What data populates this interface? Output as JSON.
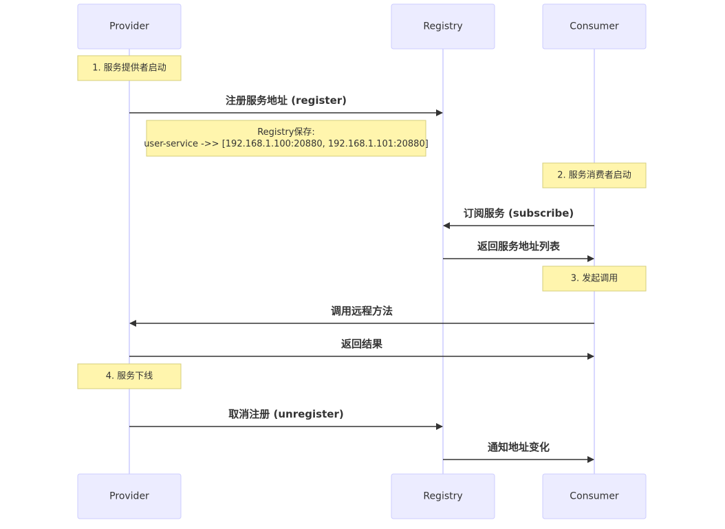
{
  "colors": {
    "actor_fill": "#ECECFF",
    "actor_stroke": "#CCCCFF",
    "lifeline": "#CCCCFF",
    "note_fill": "#FFF5AD",
    "note_stroke": "#D6CE7B",
    "arrow": "#333333",
    "text": "#333333"
  },
  "participants": [
    {
      "id": "provider",
      "label": "Provider"
    },
    {
      "id": "registry",
      "label": "Registry"
    },
    {
      "id": "consumer",
      "label": "Consumer"
    }
  ],
  "events": [
    {
      "kind": "note",
      "over": "provider",
      "lines": [
        "1. 服务提供者启动"
      ]
    },
    {
      "kind": "message",
      "from": "provider",
      "to": "registry",
      "label": "注册服务地址 (register)"
    },
    {
      "kind": "note",
      "over": "provider-registry",
      "lines": [
        "Registry保存:",
        "user-service ->> [192.168.1.100:20880, 192.168.1.101:20880]"
      ]
    },
    {
      "kind": "note",
      "over": "consumer",
      "lines": [
        "2. 服务消费者启动"
      ]
    },
    {
      "kind": "message",
      "from": "consumer",
      "to": "registry",
      "label": "订阅服务 (subscribe)"
    },
    {
      "kind": "message",
      "from": "registry",
      "to": "consumer",
      "label": "返回服务地址列表"
    },
    {
      "kind": "note",
      "over": "consumer",
      "lines": [
        "3. 发起调用"
      ]
    },
    {
      "kind": "message",
      "from": "consumer",
      "to": "provider",
      "label": "调用远程方法"
    },
    {
      "kind": "message",
      "from": "provider",
      "to": "consumer",
      "label": "返回结果"
    },
    {
      "kind": "note",
      "over": "provider",
      "lines": [
        "4. 服务下线"
      ]
    },
    {
      "kind": "message",
      "from": "provider",
      "to": "registry",
      "label": "取消注册 (unregister)"
    },
    {
      "kind": "message",
      "from": "registry",
      "to": "consumer",
      "label": "通知地址变化"
    }
  ]
}
